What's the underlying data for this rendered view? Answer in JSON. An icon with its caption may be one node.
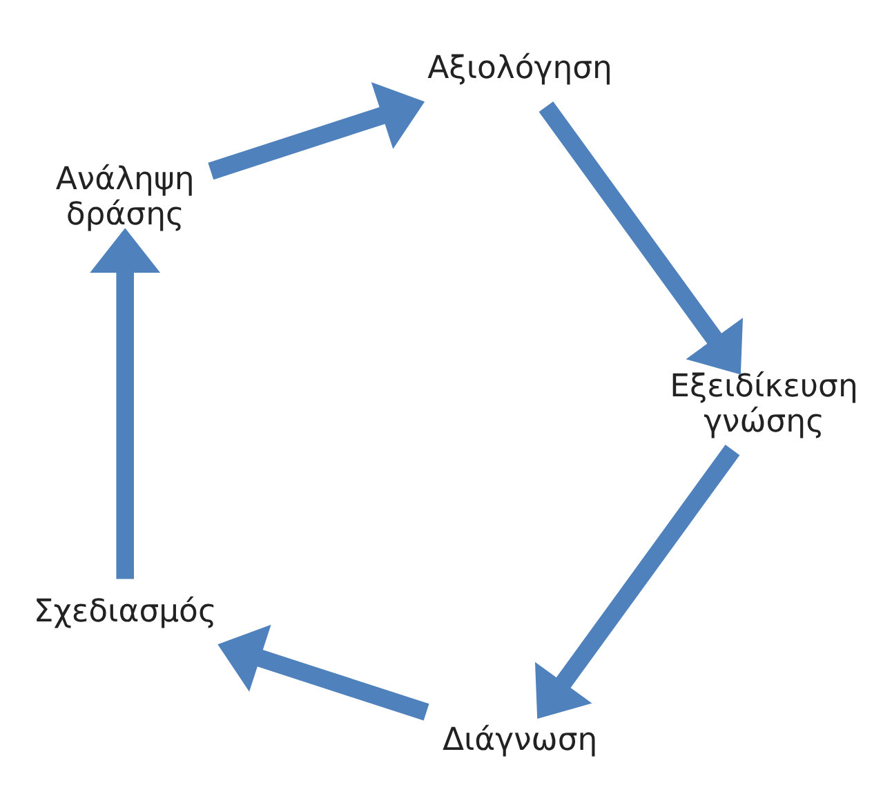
{
  "diagram": {
    "nodes": [
      {
        "text": [
          "Διάγνωση"
        ]
      },
      {
        "text": [
          "Σχεδιασμός"
        ]
      },
      {
        "text": [
          "Ανάληψη δράσης"
        ]
      },
      {
        "text": [
          "Αξιολόγηση"
        ]
      },
      {
        "text": [
          "Εξειδίκευση γνώσης"
        ]
      }
    ],
    "edges": [
      {
        "from": 0,
        "to": 1,
        "arrow": "to"
      },
      {
        "from": 1,
        "to": 2,
        "arrow": "to"
      },
      {
        "from": 2,
        "to": 3,
        "arrow": "to"
      },
      {
        "from": 3,
        "to": 4,
        "arrow": "to"
      },
      {
        "from": 4,
        "to": 0,
        "arrow": "to"
      }
    ]
  }
}
